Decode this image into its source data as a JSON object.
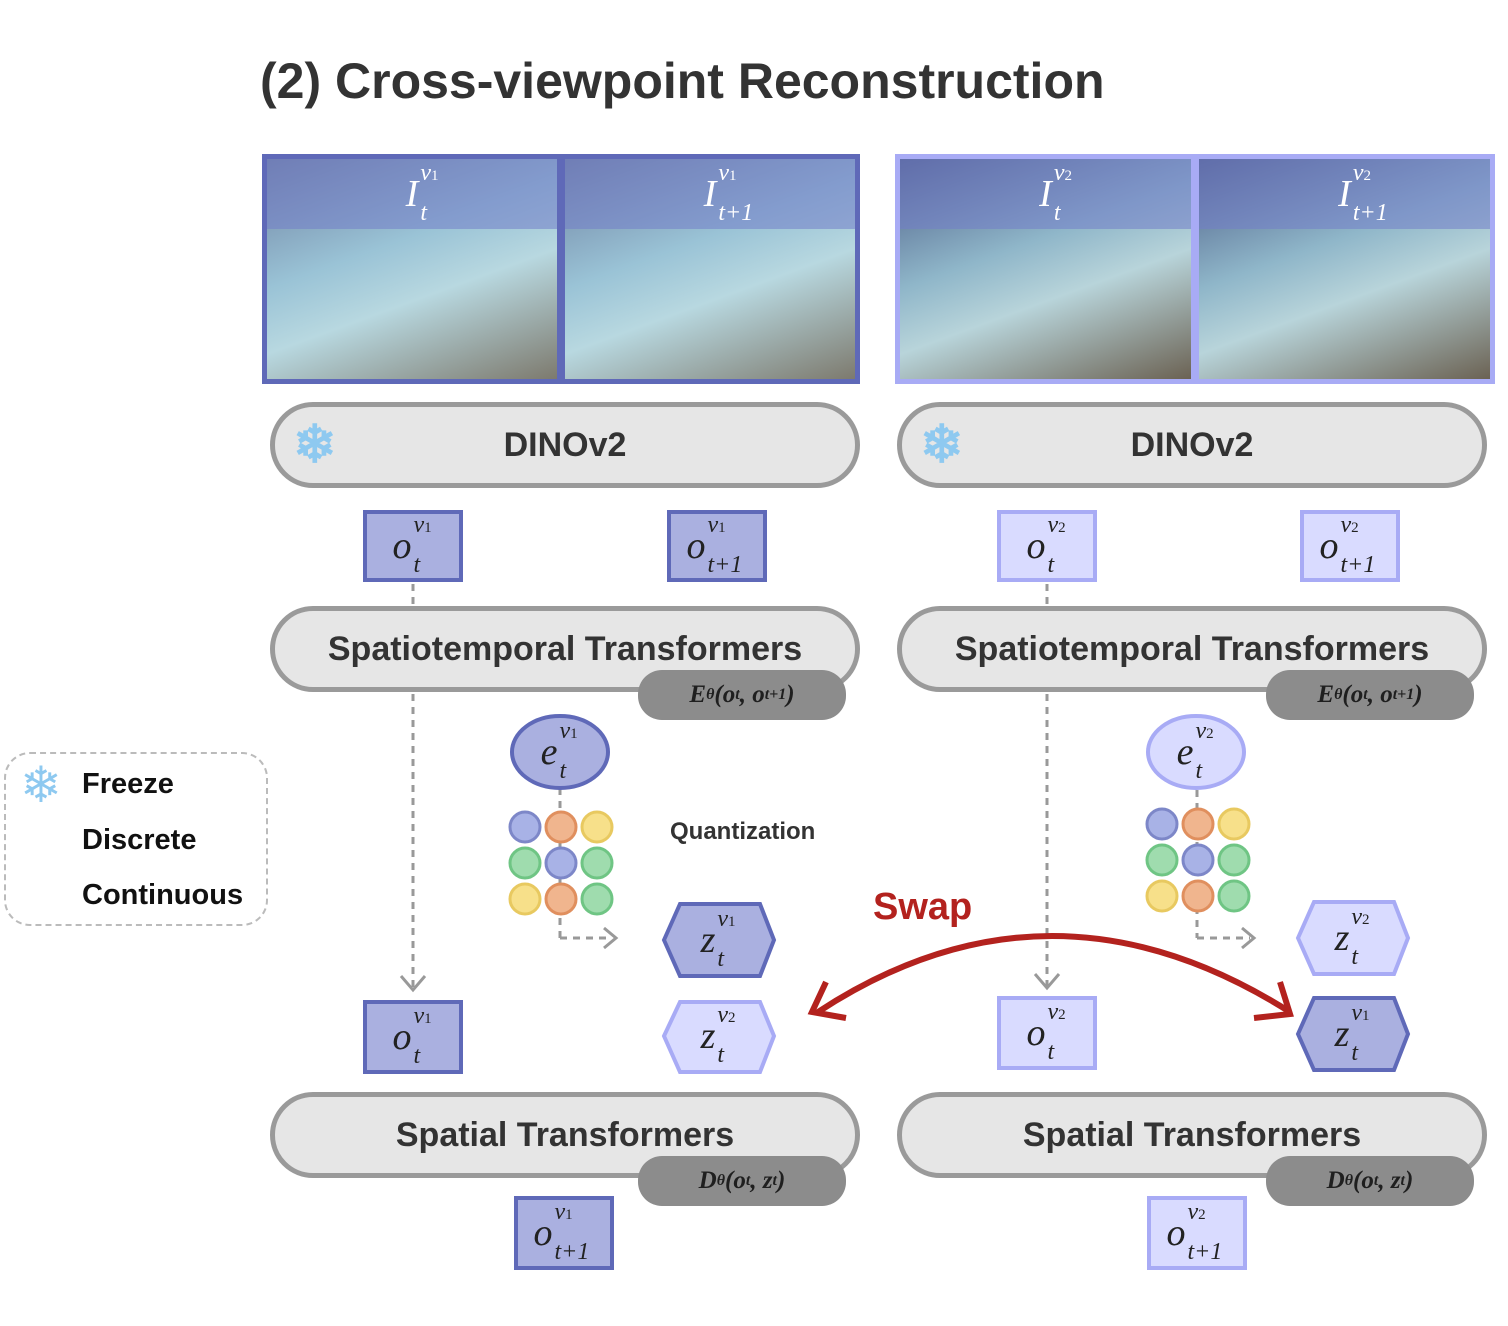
{
  "title": "(2) Cross-viewpoint Reconstruction",
  "legend": {
    "freeze": "Freeze",
    "discrete": "Discrete",
    "continuous": "Continuous"
  },
  "colors": {
    "discrete_fill": "#aab0e0",
    "discrete_border": "#5f69b8",
    "continuous_fill": "#d9dbff",
    "continuous_border": "#a8abf5",
    "swap_arrow": "#b3221e",
    "pill_fill": "#e6e6e6",
    "pill_border": "#9a9a9a"
  },
  "icons": {
    "freeze": "snowflake-icon"
  },
  "left": {
    "images": [
      {
        "base": "I",
        "sub": "t",
        "sup": "v",
        "sup_idx": "1"
      },
      {
        "base": "I",
        "sub": "t+1",
        "sup": "v",
        "sup_idx": "1"
      }
    ],
    "dino": "DINOv2",
    "spatiotemporal": "Spatiotemporal Transformers",
    "encoder_badge": {
      "fn": "E",
      "sub": "θ",
      "args": "(o",
      "a1": "t",
      "mid": ", o",
      "a2": "t+1",
      "end": ")"
    },
    "spatial": "Spatial Transformers",
    "decoder_badge": {
      "fn": "D",
      "sub": "θ",
      "args": "(o",
      "a1": "t",
      "mid": ", z",
      "a2": "t",
      "end": ")"
    },
    "quantization": "Quantization"
  },
  "right": {
    "images": [
      {
        "base": "I",
        "sub": "t",
        "sup": "v",
        "sup_idx": "2"
      },
      {
        "base": "I",
        "sub": "t+1",
        "sup": "v",
        "sup_idx": "2"
      }
    ],
    "dino": "DINOv2",
    "spatiotemporal": "Spatiotemporal Transformers",
    "encoder_badge": {
      "fn": "E",
      "sub": "θ",
      "args": "(o",
      "a1": "t",
      "mid": ", o",
      "a2": "t+1",
      "end": ")"
    },
    "spatial": "Spatial Transformers",
    "decoder_badge": {
      "fn": "D",
      "sub": "θ",
      "args": "(o",
      "a1": "t",
      "mid": ", z",
      "a2": "t",
      "end": ")"
    }
  },
  "swap": "Swap",
  "codebook_colors": [
    [
      "#a8b2e6",
      "#f0b58e",
      "#f7e08a"
    ],
    [
      "#9fdcae",
      "#a8b2e6",
      "#9fdcae"
    ],
    [
      "#f7e08a",
      "#f0b58e",
      "#9fdcae"
    ]
  ],
  "codebook_borders": [
    [
      "#7d87c8",
      "#e08f5e",
      "#e8c960"
    ],
    [
      "#6fc584",
      "#7d87c8",
      "#6fc584"
    ],
    [
      "#e8c960",
      "#e08f5e",
      "#6fc584"
    ]
  ]
}
